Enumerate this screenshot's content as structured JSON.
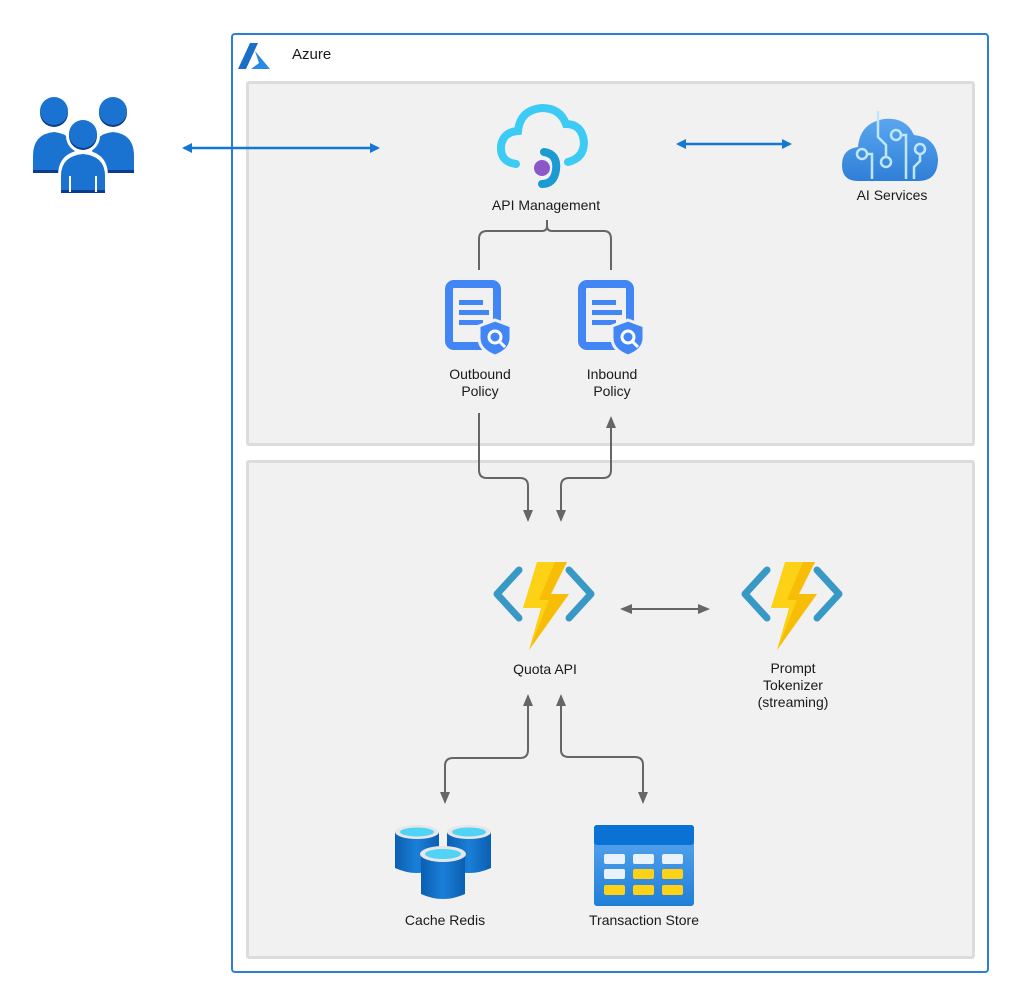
{
  "diagram": {
    "container": {
      "label": "Azure",
      "icon": "azure-logo-icon"
    },
    "nodes": {
      "users": {
        "label": "",
        "icon": "users-group-icon"
      },
      "api_management": {
        "label": "API Management",
        "icon": "api-management-cloud-icon"
      },
      "ai_services": {
        "label": "AI Services",
        "icon": "ai-services-cloud-icon"
      },
      "outbound_policy": {
        "label": "Outbound\nPolicy",
        "icon": "policy-document-shield-icon"
      },
      "inbound_policy": {
        "label": "Inbound\nPolicy",
        "icon": "policy-document-shield-icon"
      },
      "quota_api": {
        "label": "Quota API",
        "icon": "azure-function-icon"
      },
      "prompt_tokenizer": {
        "label": "Prompt\nTokenizer\n(streaming)",
        "icon": "azure-function-icon"
      },
      "cache_redis": {
        "label": "Cache Redis",
        "icon": "redis-cache-icon"
      },
      "transaction_store": {
        "label": "Transaction Store",
        "icon": "table-storage-icon"
      }
    },
    "edges": [
      {
        "from": "users",
        "to": "api_management",
        "direction": "both"
      },
      {
        "from": "api_management",
        "to": "ai_services",
        "direction": "both"
      },
      {
        "from": "api_management",
        "to": "outbound_policy",
        "direction": "none"
      },
      {
        "from": "api_management",
        "to": "inbound_policy",
        "direction": "none"
      },
      {
        "from": "outbound_policy",
        "to": "quota_api",
        "direction": "forward"
      },
      {
        "from": "quota_api",
        "to": "inbound_policy",
        "direction": "both"
      },
      {
        "from": "quota_api",
        "to": "prompt_tokenizer",
        "direction": "both"
      },
      {
        "from": "quota_api",
        "to": "cache_redis",
        "direction": "both"
      },
      {
        "from": "quota_api",
        "to": "transaction_store",
        "direction": "both"
      }
    ],
    "colors": {
      "frame_border": "#2b7fd6",
      "group_fill": "#f1f1f1",
      "group_border": "#dcdcdc",
      "blue_arrow": "#1677d2",
      "gray_arrow": "#666666",
      "users_blue": "#1a73d1",
      "policy_blue": "#4285f4",
      "function_yellow": "#fcd116",
      "function_bracket": "#3999c6"
    }
  }
}
